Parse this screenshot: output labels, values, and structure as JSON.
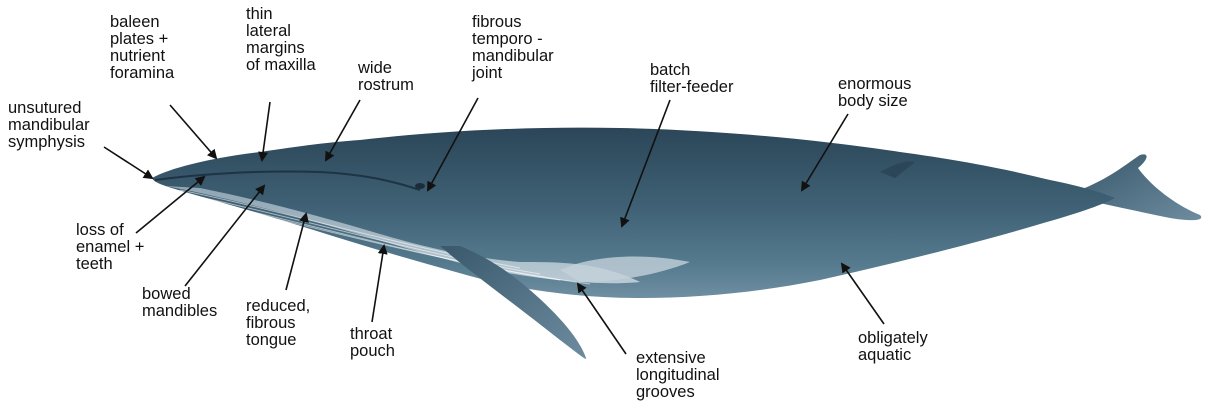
{
  "diagram": {
    "subject_icon": "blue-whale-illustration",
    "colors": {
      "body_dark": "#2f4d60",
      "body_mid": "#4a6b80",
      "body_light": "#7d98aa",
      "throat_pale": "#b9c8d2",
      "arrow": "#111111",
      "text": "#111111"
    },
    "labels": {
      "baleen": "baleen\nplates +\nnutrient\nforamina",
      "maxilla": "thin\nlateral\nmargins\nof maxilla",
      "rostrum": "wide\nrostrum",
      "joint": "fibrous\ntemporo -\nmandibular\njoint",
      "filter": "batch\nfilter-feeder",
      "size": "enormous\nbody size",
      "symphysis": "unsutured\nmandibular\nsymphysis",
      "enamel": "loss of\nenamel +\nteeth",
      "mandibles": "bowed\nmandibles",
      "tongue": "reduced,\nfibrous\ntongue",
      "pouch": "throat\npouch",
      "grooves": "extensive\nlongitudinal\ngrooves",
      "aquatic": "obligately\naquatic"
    }
  }
}
